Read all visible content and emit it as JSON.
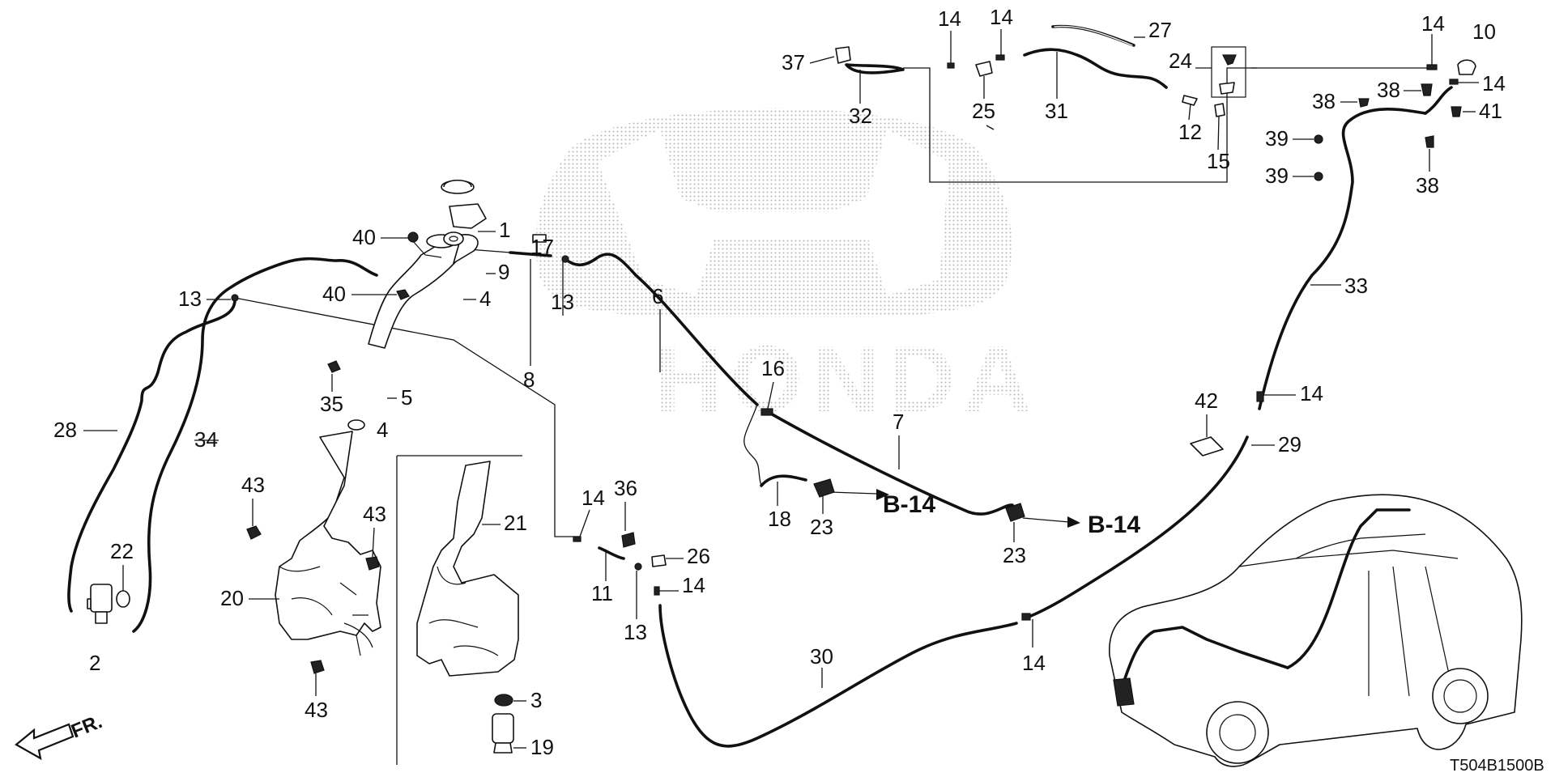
{
  "diagram_code": "T504B1500B",
  "direction_label": "FR.",
  "reference_label": "B-14",
  "watermark": {
    "brand": "HONDA",
    "logo_icon": "honda-h-logo",
    "dot_color": "#b8b8b8"
  },
  "callouts": [
    "1",
    "2",
    "3",
    "4",
    "4",
    "5",
    "6",
    "7",
    "8",
    "9",
    "10",
    "11",
    "12",
    "13",
    "13",
    "13",
    "14",
    "14",
    "14",
    "14",
    "14",
    "14",
    "14",
    "14",
    "15",
    "16",
    "17",
    "18",
    "19",
    "20",
    "21",
    "22",
    "23",
    "23",
    "24",
    "25",
    "26",
    "27",
    "28",
    "29",
    "30",
    "31",
    "32",
    "33",
    "34",
    "35",
    "36",
    "37",
    "38",
    "38",
    "38",
    "39",
    "39",
    "40",
    "40",
    "41",
    "42",
    "43",
    "43",
    "43"
  ],
  "colors": {
    "line": "#111111",
    "background": "#ffffff",
    "watermark": "#b8b8b8"
  }
}
